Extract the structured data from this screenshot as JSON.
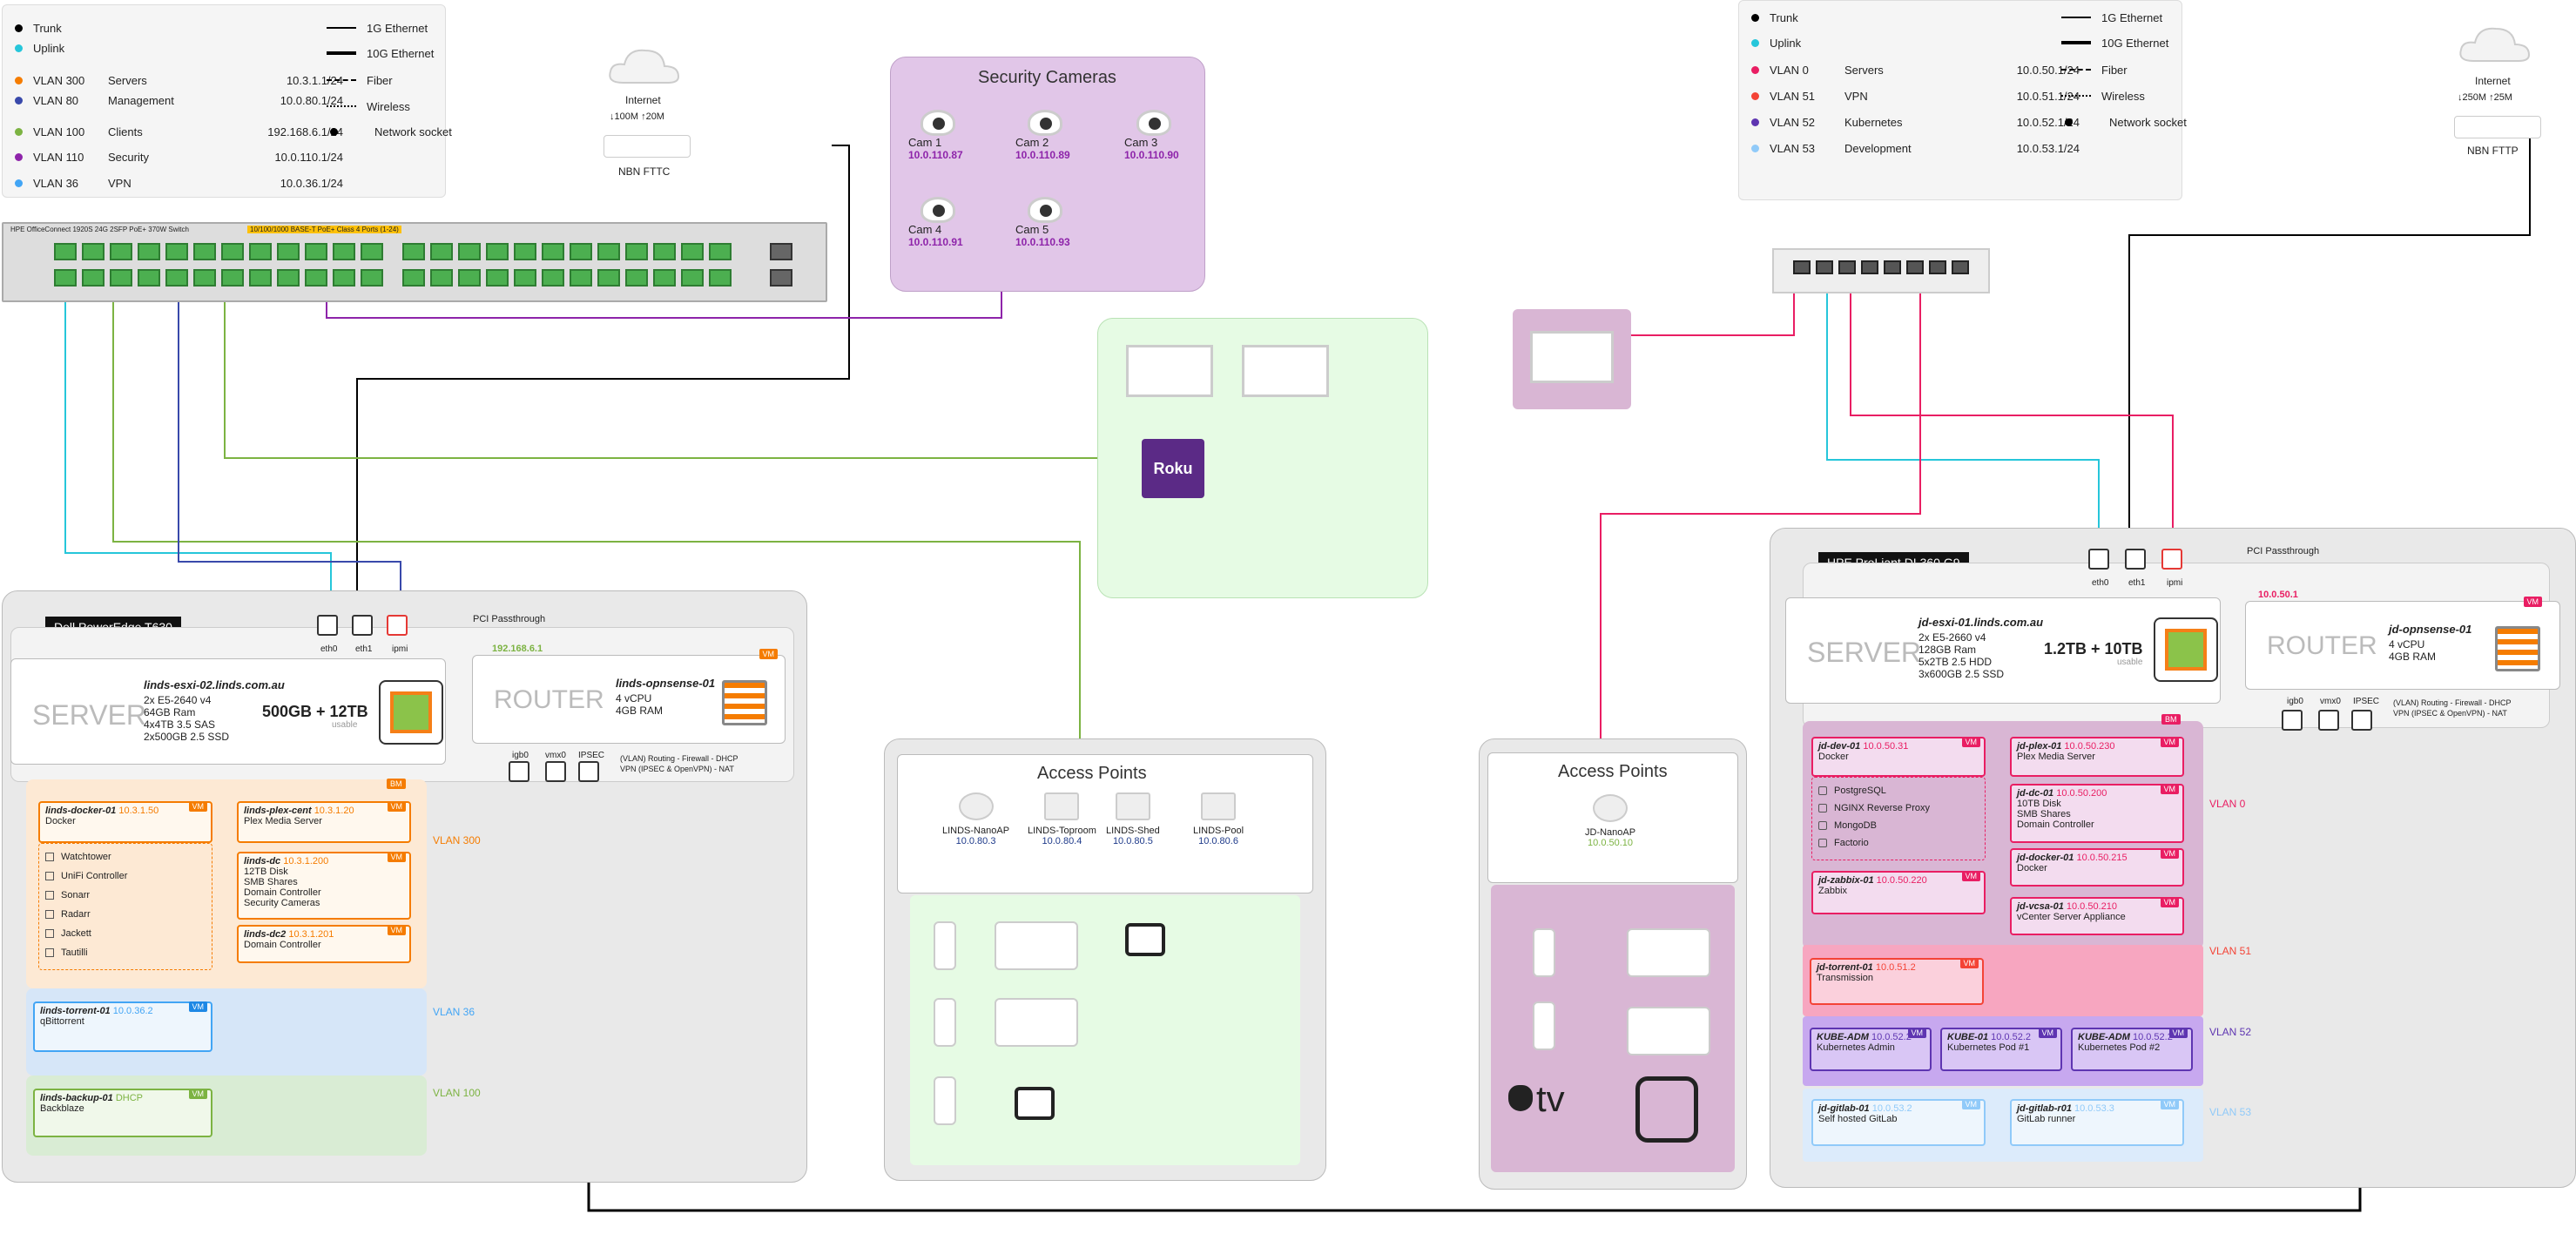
{
  "left_legend": {
    "rows": [
      {
        "name": "Trunk",
        "color": "#000000"
      },
      {
        "name": "Uplink",
        "color": "#26c6da"
      },
      {
        "name": "VLAN 300",
        "color": "#f57c00",
        "role": "Servers",
        "ip": "10.3.1.1/24"
      },
      {
        "name": "VLAN 80",
        "color": "#3949ab",
        "role": "Management",
        "ip": "10.0.80.1/24"
      },
      {
        "name": "VLAN 100",
        "color": "#7cb342",
        "role": "Clients",
        "ip": "192.168.6.1/24"
      },
      {
        "name": "VLAN 110",
        "color": "#8e24aa",
        "role": "Security",
        "ip": "10.0.110.1/24"
      },
      {
        "name": "VLAN 36",
        "color": "#42a5f5",
        "role": "VPN",
        "ip": "10.0.36.1/24"
      }
    ],
    "styles": [
      "1G Ethernet",
      "10G Ethernet",
      "Fiber",
      "Wireless",
      "Network socket"
    ]
  },
  "right_legend": {
    "rows": [
      {
        "name": "Trunk",
        "color": "#000000"
      },
      {
        "name": "Uplink",
        "color": "#26c6da"
      },
      {
        "name": "VLAN 0",
        "color": "#e91e63",
        "role": "Servers",
        "ip": "10.0.50.1/24"
      },
      {
        "name": "VLAN 51",
        "color": "#f44336",
        "role": "VPN",
        "ip": "10.0.51.1/24"
      },
      {
        "name": "VLAN 52",
        "color": "#5e35b1",
        "role": "Kubernetes",
        "ip": "10.0.52.1/24"
      },
      {
        "name": "VLAN 53",
        "color": "#90caf9",
        "role": "Development",
        "ip": "10.0.53.1/24"
      }
    ],
    "styles": [
      "1G Ethernet",
      "10G Ethernet",
      "Fiber",
      "Wireless",
      "Network socket"
    ]
  },
  "left_internet": {
    "label": "Internet",
    "speed": "↓100M ↑20M",
    "modem": "NBN FTTC"
  },
  "right_internet": {
    "label": "Internet",
    "speed": "↓250M ↑25M",
    "modem": "NBN FTTP"
  },
  "cameras": {
    "title": "Security Cameras",
    "items": [
      {
        "name": "Cam 1",
        "ip": "10.0.110.87"
      },
      {
        "name": "Cam 2",
        "ip": "10.0.110.89"
      },
      {
        "name": "Cam 3",
        "ip": "10.0.110.90"
      },
      {
        "name": "Cam 4",
        "ip": "10.0.110.91"
      },
      {
        "name": "Cam 5",
        "ip": "10.0.110.93"
      }
    ]
  },
  "roku": {
    "label": "Roku"
  },
  "left_server": {
    "title": "Dell PowerEdge T630",
    "server_label": "SERVER",
    "host": "linds-esxi-02.linds.com.au",
    "specs": [
      "2x E5-2640 v4",
      "64GB Ram",
      "4x4TB 3.5 SAS",
      "2x500GB 2.5 SSD"
    ],
    "storage": "500GB + 12TB",
    "usable": "usable",
    "nics": [
      "eth0",
      "eth1",
      "ipmi"
    ],
    "router_label": "ROUTER",
    "router_host": "linds-opnsense-01",
    "router_specs": [
      "4 vCPU",
      "4GB RAM"
    ],
    "router_ip": "192.168.6.1",
    "router_desc": [
      "(VLAN) Routing - Firewall - DHCP",
      "VPN (IPSEC & OpenVPN) - NAT"
    ],
    "router_nics": [
      "igb0",
      "vmx0",
      "IPSEC"
    ],
    "passthrough": "PCI Passthrough",
    "vlan_labels": [
      "VLAN 300",
      "VLAN 36",
      "VLAN 100"
    ],
    "vms": [
      {
        "name": "linds-docker-01",
        "ip": "10.3.1.50",
        "desc": "Docker"
      },
      {
        "name": "linds-plex-cent",
        "ip": "10.3.1.20",
        "desc": "Plex Media Server"
      },
      {
        "name": "linds-dc",
        "ip": "10.3.1.200",
        "desc": "12TB Disk"
      },
      {
        "name": "linds-dc2",
        "ip": "10.3.1.201",
        "desc": "Domain Controller"
      },
      {
        "name": "linds-torrent-01",
        "ip": "10.0.36.2",
        "desc": "qBittorrent"
      },
      {
        "name": "linds-backup-01",
        "ip": "DHCP",
        "desc": "Backblaze"
      }
    ],
    "dc_extra": [
      "SMB Shares",
      "Domain Controller",
      "Security Cameras"
    ],
    "docker_apps": [
      "Watchtower",
      "UniFi Controller",
      "Sonarr",
      "Radarr",
      "Jackett",
      "Tautilli"
    ]
  },
  "left_ap": {
    "title": "Access Points",
    "items": [
      {
        "name": "LINDS-NanoAP",
        "ip": "10.0.80.3"
      },
      {
        "name": "LINDS-Toproom",
        "ip": "10.0.80.4"
      },
      {
        "name": "LINDS-Shed",
        "ip": "10.0.80.5"
      },
      {
        "name": "LINDS-Pool",
        "ip": "10.0.80.6"
      }
    ]
  },
  "right_ap": {
    "title": "Access Points",
    "items": [
      {
        "name": "JD-NanoAP",
        "ip": "10.0.50.10"
      }
    ],
    "tv": "tv"
  },
  "right_server": {
    "title": "HPE ProLiant DL360 G9",
    "server_label": "SERVER",
    "host": "jd-esxi-01.linds.com.au",
    "specs": [
      "2x E5-2660 v4",
      "128GB Ram",
      "5x2TB 2.5 HDD",
      "3x600GB 2.5 SSD"
    ],
    "storage": "1.2TB + 10TB",
    "usable": "usable",
    "nics": [
      "eth0",
      "eth1",
      "ipmi"
    ],
    "router_label": "ROUTER",
    "router_host": "jd-opnsense-01",
    "router_specs": [
      "4 vCPU",
      "4GB RAM"
    ],
    "router_ip": "10.0.50.1",
    "router_desc": [
      "(VLAN) Routing - Firewall - DHCP",
      "VPN (IPSEC & OpenVPN) - NAT"
    ],
    "router_nics": [
      "igb0",
      "vmx0",
      "IPSEC"
    ],
    "passthrough": "PCI Passthrough",
    "vlan_labels": [
      "VLAN 0",
      "VLAN 51",
      "VLAN 52",
      "VLAN 53"
    ],
    "vms": [
      {
        "name": "jd-dev-01",
        "ip": "10.0.50.31",
        "desc": "Docker"
      },
      {
        "name": "jd-plex-01",
        "ip": "10.0.50.230",
        "desc": "Plex Media Server"
      },
      {
        "name": "jd-dc-01",
        "ip": "10.0.50.200",
        "desc": "10TB Disk"
      },
      {
        "name": "jd-docker-01",
        "ip": "10.0.50.215",
        "desc": "Docker"
      },
      {
        "name": "jd-zabbix-01",
        "ip": "10.0.50.220",
        "desc": "Zabbix"
      },
      {
        "name": "jd-vcsa-01",
        "ip": "10.0.50.210",
        "desc": "vCenter Server Appliance"
      },
      {
        "name": "jd-torrent-01",
        "ip": "10.0.51.2",
        "desc": "Transmission"
      },
      {
        "name": "KUBE-ADM",
        "ip": "10.0.52.2",
        "desc": "Kubernetes Admin"
      },
      {
        "name": "KUBE-01",
        "ip": "10.0.52.2",
        "desc": "Kubernetes Pod #1"
      },
      {
        "name": "KUBE-ADM",
        "ip": "10.0.52.2",
        "desc": "Kubernetes Pod #2"
      },
      {
        "name": "jd-gitlab-01",
        "ip": "10.0.53.2",
        "desc": "Self hosted GitLab"
      },
      {
        "name": "jd-gitlab-r01",
        "ip": "10.0.53.3",
        "desc": "GitLab runner"
      }
    ],
    "dc_extra": [
      "SMB Shares",
      "Domain Controller"
    ],
    "dev_apps": [
      "PostgreSQL",
      "NGINX Reverse Proxy",
      "MongoDB",
      "Factorio"
    ]
  },
  "switch": {
    "title": "HPE OfficeConnect 1920S 24G 2SFP PoE+ 370W Switch",
    "poe": "10/100/1000 BASE-T PoE+ Class 4 Ports (1-24)"
  }
}
